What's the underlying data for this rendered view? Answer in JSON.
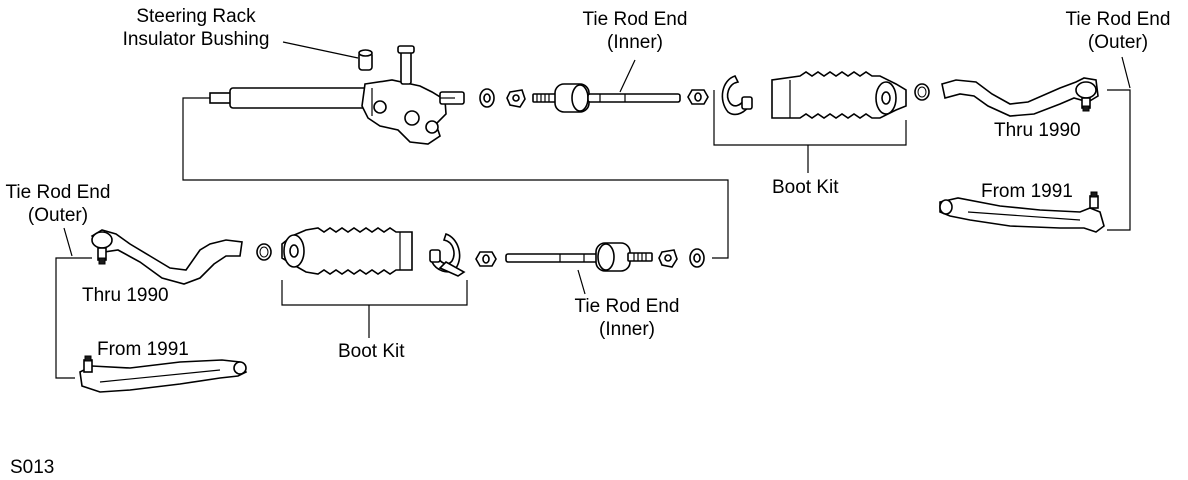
{
  "figure_code": "S013",
  "labels": {
    "steering_rack": [
      "Steering Rack",
      "Insulator Bushing"
    ],
    "tie_rod_inner_top": [
      "Tie Rod End",
      "(Inner)"
    ],
    "tie_rod_outer_right": [
      "Tie Rod End",
      "(Outer)"
    ],
    "thru_1990_right": "Thru 1990",
    "boot_kit_top": "Boot Kit",
    "from_1991_right": "From 1991",
    "tie_rod_outer_left": [
      "Tie Rod End",
      "(Outer)"
    ],
    "thru_1990_left": "Thru 1990",
    "boot_kit_bottom": "Boot Kit",
    "tie_rod_inner_bottom": [
      "Tie Rod End",
      "(Inner)"
    ],
    "from_1991_left": "From 1991"
  },
  "colors": {
    "ink": "#000000",
    "background": "#ffffff"
  }
}
